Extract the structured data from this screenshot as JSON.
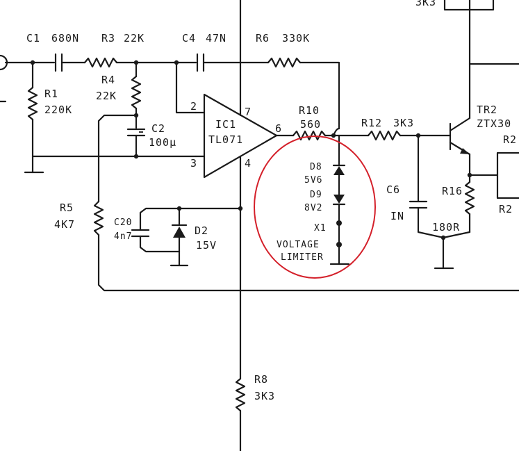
{
  "components": {
    "c1": {
      "ref": "C1",
      "value": "680N"
    },
    "r3": {
      "ref": "R3",
      "value": "22K"
    },
    "c4": {
      "ref": "C4",
      "value": "47N"
    },
    "r6": {
      "ref": "R6",
      "value": "330K"
    },
    "r1": {
      "ref": "R1",
      "value": "220K"
    },
    "r4": {
      "ref": "R4",
      "value": "22K"
    },
    "c2": {
      "ref": "C2",
      "value": "100µ"
    },
    "ic1": {
      "ref": "IC1",
      "value": "TL071",
      "pin2": "2",
      "pin3": "3",
      "pin4": "4",
      "pin6": "6",
      "pin7": "7"
    },
    "r10": {
      "ref": "R10",
      "value": "560"
    },
    "r12": {
      "ref": "R12",
      "value": "3K3"
    },
    "tr2": {
      "ref": "TR2",
      "value": "ZTX30"
    },
    "r5": {
      "ref": "R5",
      "value": "4K7"
    },
    "c20": {
      "ref": "C20",
      "value": "4n7"
    },
    "d2": {
      "ref": "D2",
      "value": "15V"
    },
    "d8": {
      "ref": "D8",
      "value": "5V6"
    },
    "d9": {
      "ref": "D9",
      "value": "8V2"
    },
    "x1": {
      "ref": "X1",
      "line1": "VOLTAGE",
      "line2": "LIMITER"
    },
    "c6": {
      "ref": "C6",
      "value": "IN"
    },
    "r16": {
      "ref": "R16",
      "value": "180R"
    },
    "r8": {
      "ref": "R8",
      "value": "3K3"
    },
    "top_clip": "3K3",
    "right_clip_a": "R2",
    "right_clip_b": "R2"
  },
  "highlight": {
    "color": "#d4202a"
  }
}
